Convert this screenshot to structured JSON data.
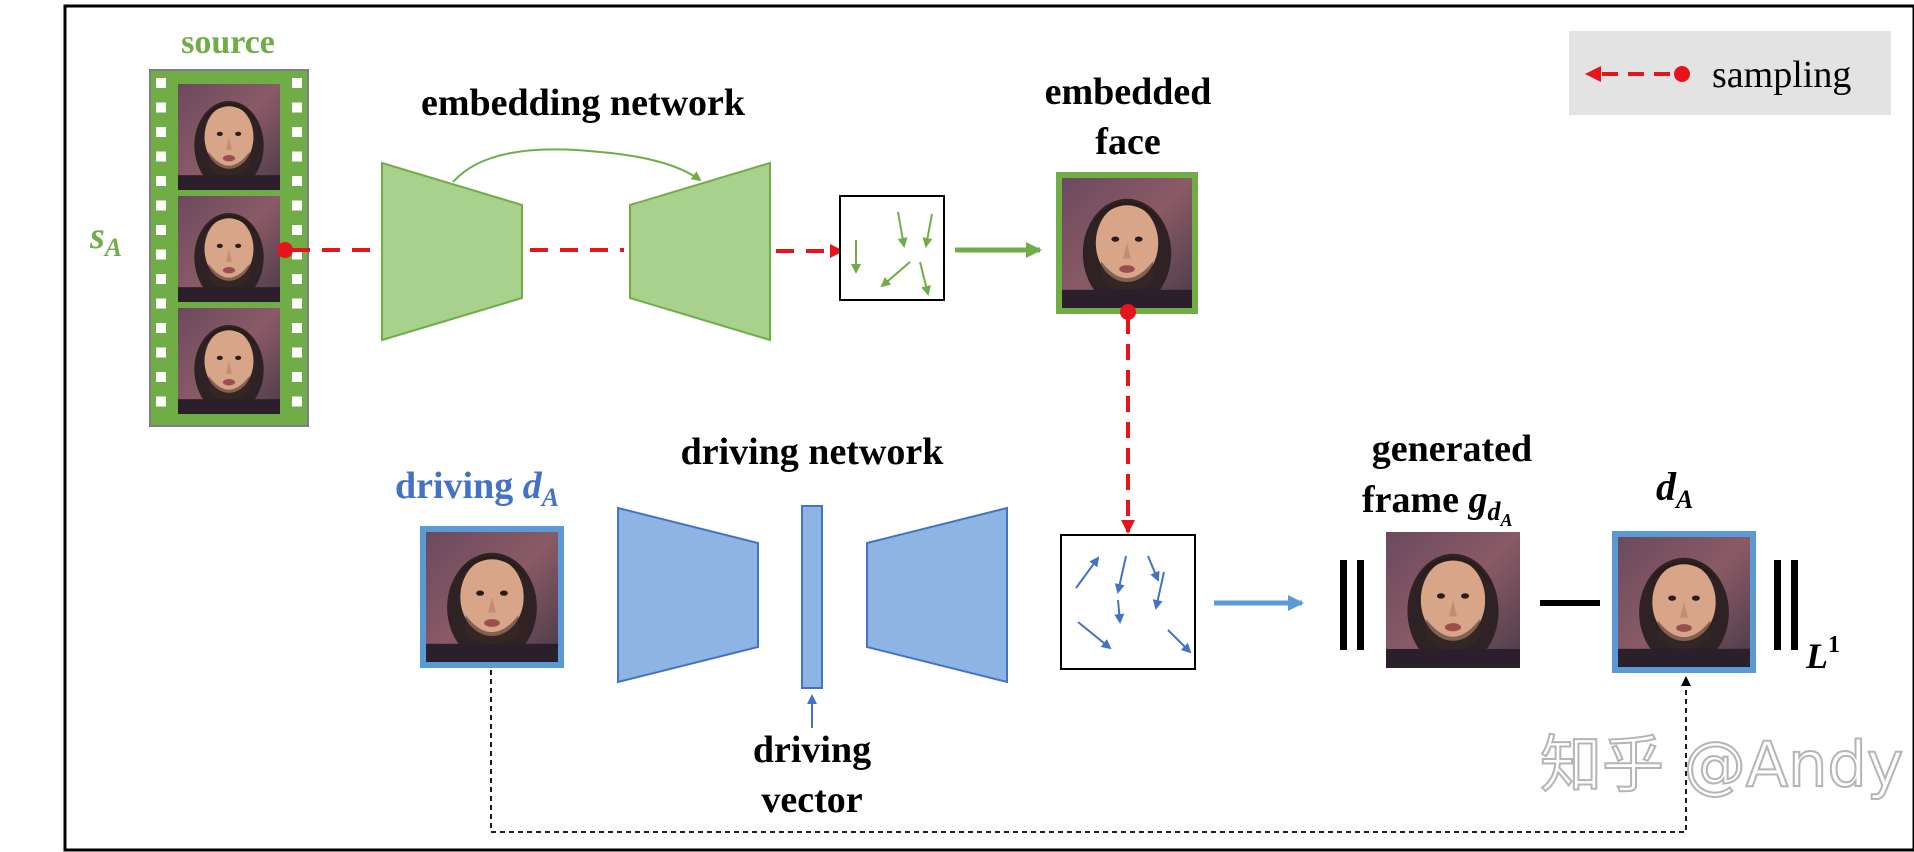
{
  "colors": {
    "green": "#70ad47",
    "green_fill": "#a9d18e",
    "blue": "#4472c4",
    "blue_fill": "#8db4e2",
    "red": "#e8141b",
    "legend_bg": "#e3e3e3",
    "black": "#000000"
  },
  "labels": {
    "source": "source",
    "s_A": "s",
    "s_A_sub": "A",
    "embedding_network": "embedding network",
    "embedded_face_line1": "embedded",
    "embedded_face_line2": "face",
    "legend_sampling": "sampling",
    "driving_prefix": "driving ",
    "driving_d": "d",
    "driving_d_sub": "A",
    "driving_network": "driving network",
    "driving_vector_line1": "driving",
    "driving_vector_line2": "vector",
    "generated_line1": "generated",
    "generated_line2": "frame ",
    "generated_g": "g",
    "generated_g_sub": "d",
    "generated_g_subsub": "A",
    "dA_top": "d",
    "dA_top_sub": "A",
    "norm_L": "L",
    "norm_sup": "1",
    "minus": "—",
    "watermark": "知乎 @Andy"
  },
  "icons": {
    "face_image": "face-photo-icon",
    "film_strip": "film-strip-icon",
    "flow_field": "flow-field-icon"
  }
}
